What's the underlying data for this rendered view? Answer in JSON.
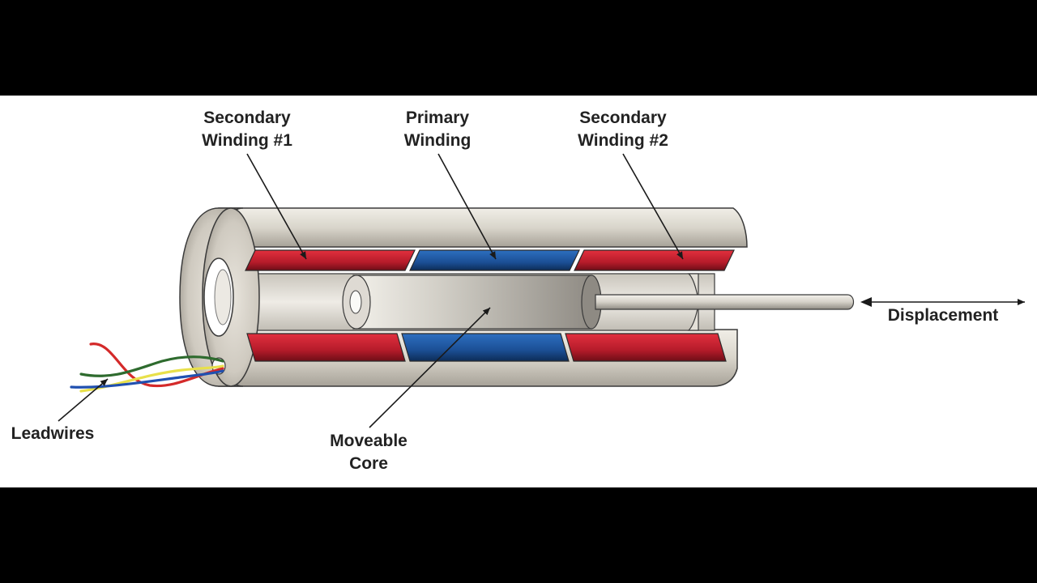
{
  "labels": {
    "secondary_1": [
      "Secondary",
      "Winding #1"
    ],
    "primary": [
      "Primary",
      "Winding"
    ],
    "secondary_2": [
      "Secondary",
      "Winding #2"
    ],
    "core": [
      "Moveable",
      "Core"
    ],
    "leadwires": "Leadwires",
    "displacement": "Displacement"
  },
  "colors": {
    "background": "#000000",
    "panel": "#ffffff",
    "housing": "#dcd8cf",
    "housing_dark": "#9c978d",
    "secondary_winding": "#c8202f",
    "primary_winding": "#1f5aa6",
    "core": "#b4b0a8",
    "wire_red": "#d42a2a",
    "wire_green": "#2e6b2e",
    "wire_yellow": "#e8e04a",
    "wire_blue": "#2050b0"
  }
}
